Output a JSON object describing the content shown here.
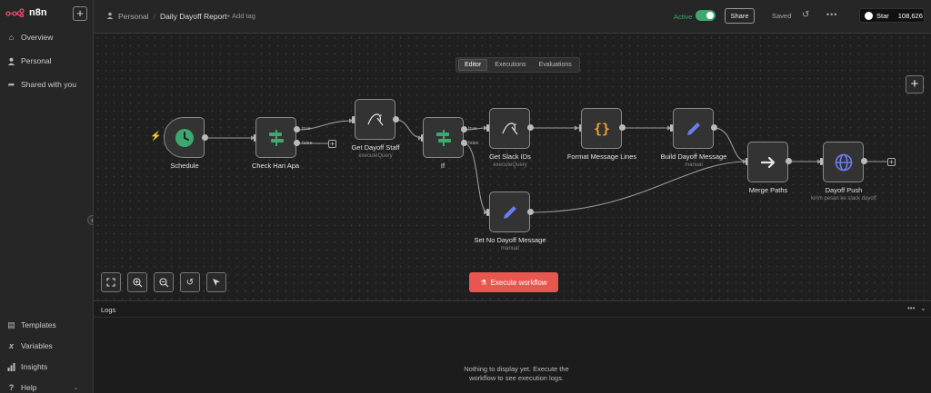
{
  "sidebar": {
    "brand": "n8n",
    "items": [
      {
        "label": "Overview",
        "icon": "home-icon"
      },
      {
        "label": "Personal",
        "icon": "user-icon"
      },
      {
        "label": "Shared with you",
        "icon": "share-icon"
      }
    ],
    "bottom_items": [
      {
        "label": "Templates",
        "icon": "templates-icon"
      },
      {
        "label": "Variables",
        "icon": "variables-icon"
      },
      {
        "label": "Insights",
        "icon": "insights-icon"
      },
      {
        "label": "Help",
        "icon": "help-icon"
      }
    ]
  },
  "header": {
    "project": "Personal",
    "workflow_name": "Daily Dayoff Report",
    "add_tag": "+ Add tag",
    "active_label": "Active",
    "share_label": "Share",
    "saved_label": "Saved",
    "github_star": "Star",
    "github_count": "108,626"
  },
  "tabs": [
    {
      "label": "Editor",
      "active": true
    },
    {
      "label": "Executions",
      "active": false
    },
    {
      "label": "Evaluations",
      "active": false
    }
  ],
  "nodes": [
    {
      "label": "Schedule",
      "subtitle": "",
      "icon": "clock-icon"
    },
    {
      "label": "Check Hari Apa",
      "subtitle": "",
      "icon": "switch-icon"
    },
    {
      "label": "Get Dayoff Staff",
      "subtitle": "executeQuery",
      "icon": "mysql-icon"
    },
    {
      "label": "If",
      "subtitle": "",
      "icon": "if-icon"
    },
    {
      "label": "Get Slack IDs",
      "subtitle": "executeQuery",
      "icon": "mysql-icon"
    },
    {
      "label": "Format Message Lines",
      "subtitle": "",
      "icon": "code-icon"
    },
    {
      "label": "Build Dayoff Message",
      "subtitle": "manual",
      "icon": "pencil-icon"
    },
    {
      "label": "Set No Dayoff Message",
      "subtitle": "manual",
      "icon": "pencil-icon"
    },
    {
      "label": "Merge Paths",
      "subtitle": "",
      "icon": "arrow-right-icon"
    },
    {
      "label": "Dayoff Push",
      "subtitle": "kirim pesan ke slack dayoff",
      "icon": "globe-icon"
    }
  ],
  "branches": {
    "true_label": "true",
    "false_label": "false"
  },
  "execute_label": "Execute workflow",
  "colors": {
    "accent": "#e8574f",
    "active": "#3ea96e",
    "switch": "#3ea96e",
    "code": "#f0a030",
    "set": "#6b7bf0",
    "http": "#6b7bf0"
  },
  "logs": {
    "title": "Logs",
    "empty_line1": "Nothing to display yet. Execute the",
    "empty_line2": "workflow to see execution logs."
  }
}
